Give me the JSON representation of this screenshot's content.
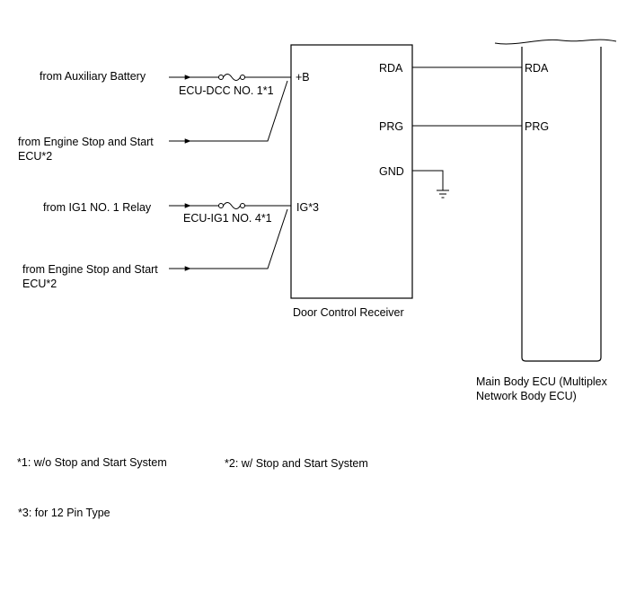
{
  "inputs": {
    "aux_battery": "from Auxiliary Battery",
    "engine_stop_1": [
      "from Engine Stop and Start",
      "ECU*2"
    ],
    "ig1_relay": "from IG1 NO. 1 Relay",
    "engine_stop_2": [
      "from Engine Stop and Start",
      "ECU*2"
    ]
  },
  "fuses": {
    "ecu_dcc": "ECU-DCC NO. 1*1",
    "ecu_ig1": "ECU-IG1 NO. 4*1"
  },
  "door_control_receiver": {
    "label": "Door Control Receiver",
    "pins": {
      "plus_b": "+B",
      "ig": "IG*3",
      "rda": "RDA",
      "prg": "PRG",
      "gnd": "GND"
    }
  },
  "main_body_ecu": {
    "label": [
      "Main Body ECU (Multiplex",
      "Network Body ECU)"
    ],
    "pins": {
      "rda": "RDA",
      "prg": "PRG"
    }
  },
  "notes": {
    "n1": "*1: w/o Stop and Start System",
    "n2": "*2: w/ Stop and Start System",
    "n3": "*3: for 12 Pin Type"
  },
  "colors": {
    "line": "#000000",
    "background": "#ffffff"
  }
}
